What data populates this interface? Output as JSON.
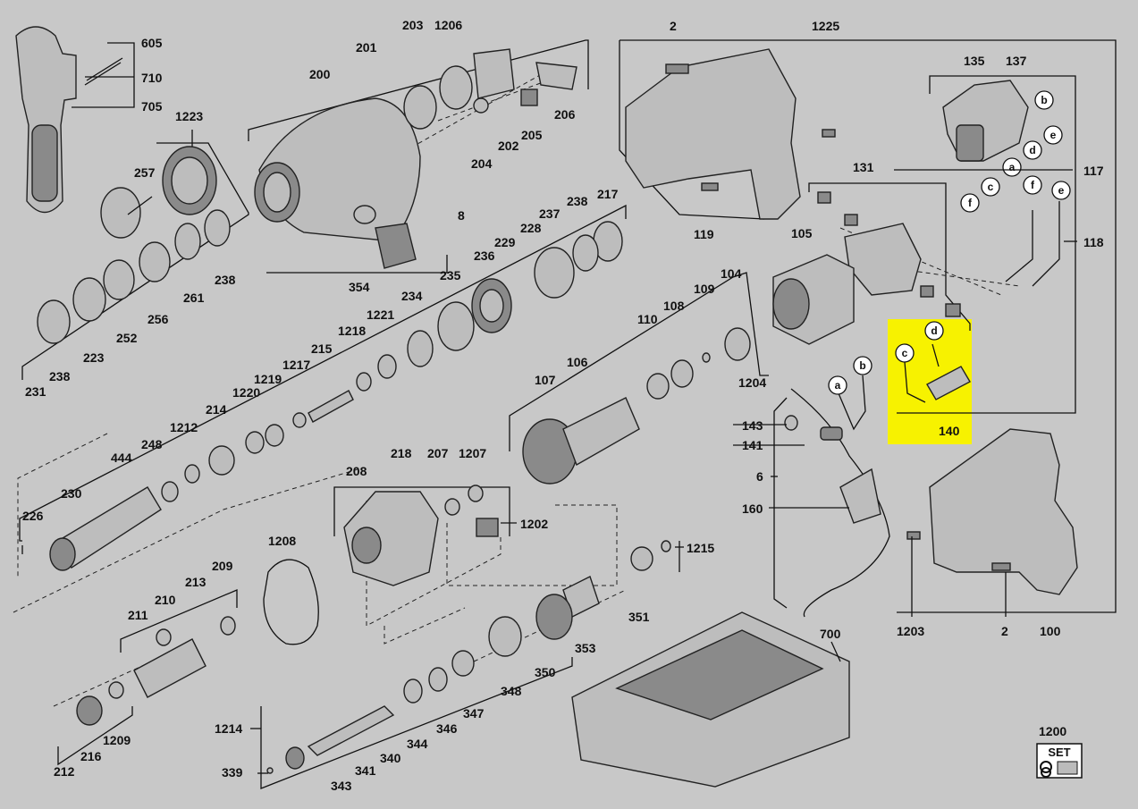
{
  "labels": {
    "605": "605",
    "710": "710",
    "705": "705",
    "1223": "1223",
    "257": "257",
    "238a": "238",
    "261": "261",
    "256": "256",
    "252": "252",
    "223": "223",
    "238b": "238",
    "231": "231",
    "200": "200",
    "201": "201",
    "203": "203",
    "1206": "1206",
    "206": "206",
    "205": "205",
    "202": "202",
    "204": "204",
    "8": "8",
    "354": "354",
    "2a": "2",
    "1225": "1225",
    "119": "119",
    "105": "105",
    "131": "131",
    "135": "135",
    "137": "137",
    "117": "117",
    "118": "118",
    "217": "217",
    "238c": "238",
    "237": "237",
    "228": "228",
    "229": "229",
    "236": "236",
    "235": "235",
    "234": "234",
    "1221": "1221",
    "1218": "1218",
    "215": "215",
    "1217": "1217",
    "1219": "1219",
    "1220": "1220",
    "214": "214",
    "1212": "1212",
    "248": "248",
    "444": "444",
    "230": "230",
    "226": "226",
    "104": "104",
    "109": "109",
    "108": "108",
    "110": "110",
    "1204": "1204",
    "106": "106",
    "107": "107",
    "218": "218",
    "208": "208",
    "207": "207",
    "1207": "1207",
    "1202": "1202",
    "1208": "1208",
    "209": "209",
    "213": "213",
    "210": "210",
    "211": "211",
    "1209": "1209",
    "216": "216",
    "212": "212",
    "1215": "1215",
    "351": "351",
    "353": "353",
    "350": "350",
    "348": "348",
    "347": "347",
    "346": "346",
    "344": "344",
    "340": "340",
    "341": "341",
    "343": "343",
    "339": "339",
    "1214": "1214",
    "143": "143",
    "141": "141",
    "6": "6",
    "160": "160",
    "140": "140",
    "700": "700",
    "1203": "1203",
    "2b": "2",
    "100": "100",
    "1200": "1200"
  },
  "circle_letters": {
    "b1": "b",
    "e1": "e",
    "d1": "d",
    "a1": "a",
    "c1": "c",
    "f1": "f",
    "f2": "f",
    "e2": "e",
    "c2": "c",
    "d2": "d",
    "a2": "a",
    "b2": "b"
  },
  "set_badge": "SET",
  "colors": {
    "background": "#c8c8c8",
    "highlight": "#f7f200",
    "ink": "#111111"
  }
}
